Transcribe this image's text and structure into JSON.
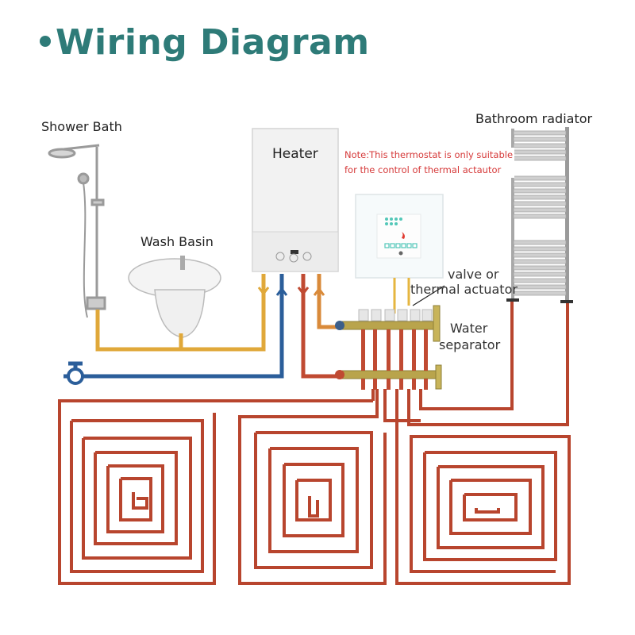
{
  "title": "Wiring Diagram",
  "labels": {
    "shower": "Shower Bath",
    "basin": "Wash Basin",
    "heater": "Heater",
    "radiator": "Bathroom radiator",
    "valve_line1": "valve or",
    "valve_line2": "thermal actuator",
    "separator_line1": "Water",
    "separator_line2": "separator"
  },
  "note": {
    "line1": "Note:This thermostat is only suitable",
    "line2": "for the control of thermal actautor"
  },
  "colors": {
    "title": "#2e7b78",
    "hot_water_supply": "#e0a83a",
    "cold_water_inlet": "#2b5e9a",
    "heating_flow": "#c04a32",
    "heating_return": "#d98a3a",
    "floor_loop": "#b8452e",
    "note": "#d63a3a"
  },
  "components": [
    "shower-bath",
    "wash-basin",
    "heater",
    "thermostat",
    "water-separator",
    "bathroom-radiator",
    "floor-heating-loop-1",
    "floor-heating-loop-2",
    "floor-heating-loop-3"
  ],
  "thermostat": {
    "mode_icon": "flame-icon",
    "buttons": [
      "power-icon",
      "menu-icon",
      "settings-icon",
      "up-icon",
      "down-icon"
    ]
  }
}
